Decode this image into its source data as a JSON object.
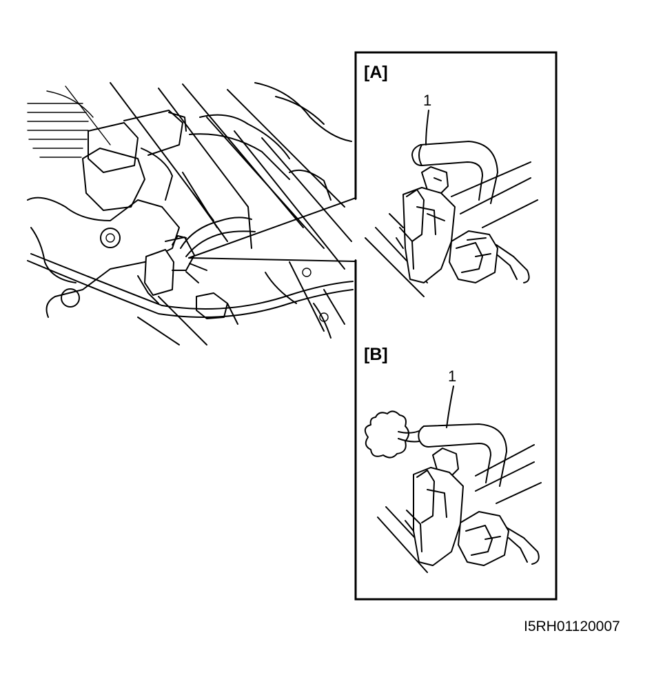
{
  "panels": [
    {
      "label": "[A]",
      "callout": "1"
    },
    {
      "label": "[B]",
      "callout": "1"
    }
  ],
  "figure_id": "I5RH01120007"
}
